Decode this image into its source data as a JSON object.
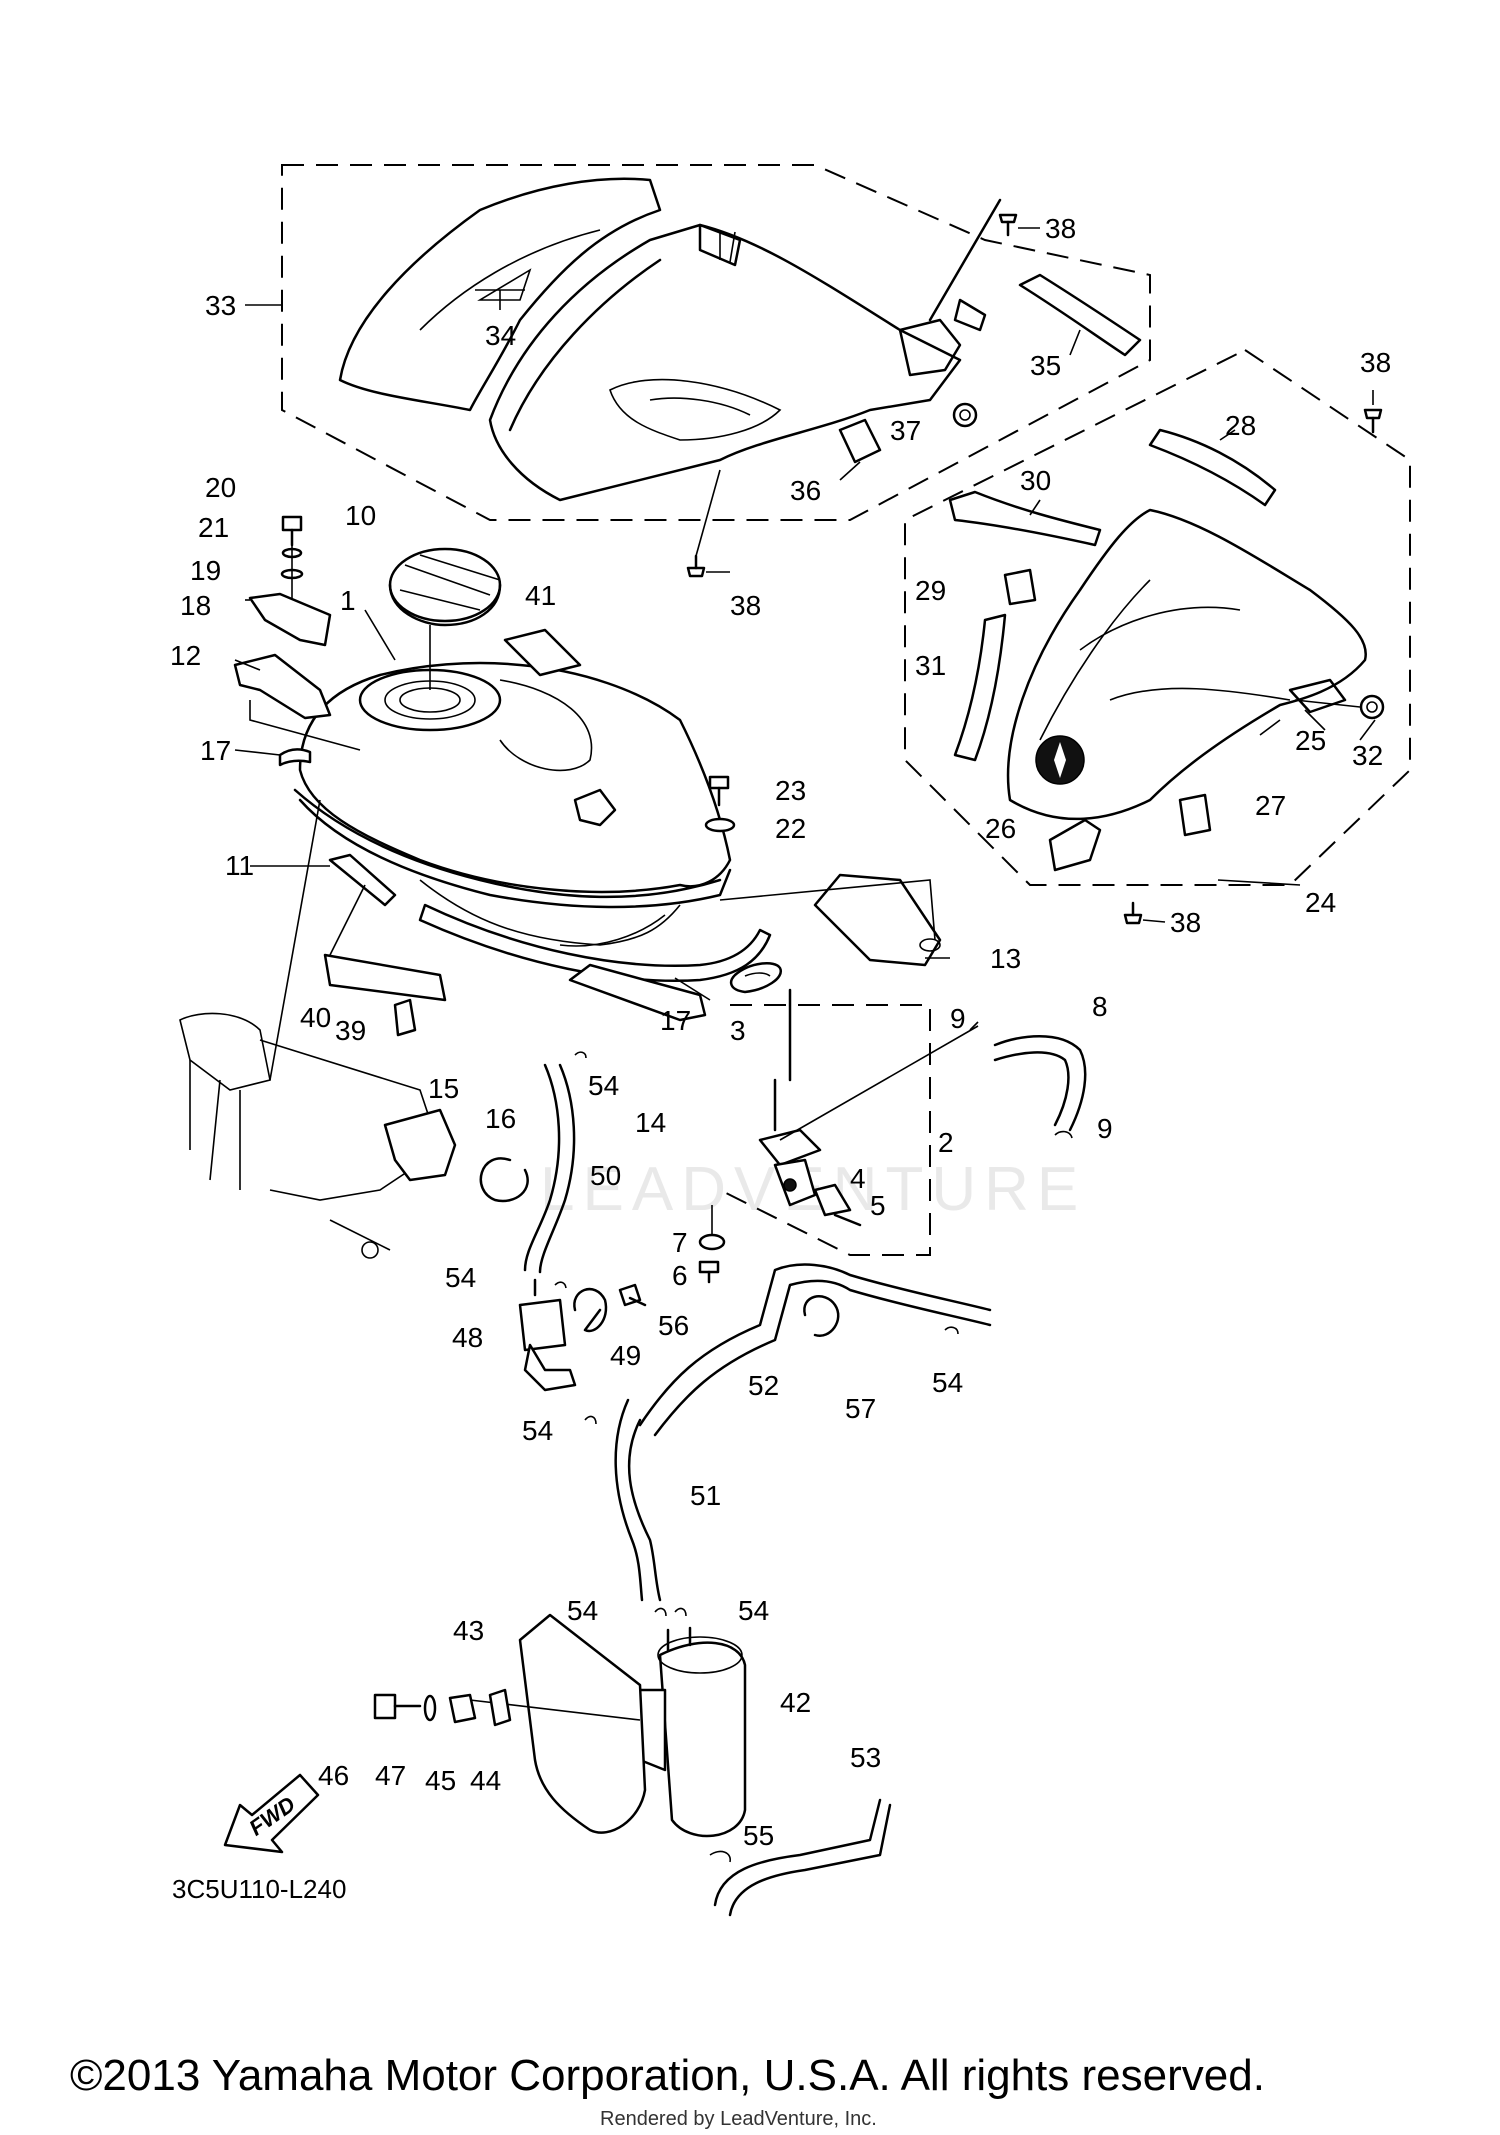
{
  "diagram": {
    "code": "3C5U110-L240",
    "copyright": "©2013 Yamaha Motor Corporation, U.S.A. All rights reserved.",
    "rendered_by": "Rendered by LeadVenture, Inc.",
    "watermark": "LEADVENTURE",
    "fwd_label": "FWD",
    "callouts": [
      {
        "id": "c1",
        "num": "1"
      },
      {
        "id": "c2",
        "num": "2"
      },
      {
        "id": "c3",
        "num": "3"
      },
      {
        "id": "c4",
        "num": "4"
      },
      {
        "id": "c5",
        "num": "5"
      },
      {
        "id": "c6",
        "num": "6"
      },
      {
        "id": "c7",
        "num": "7"
      },
      {
        "id": "c8",
        "num": "8"
      },
      {
        "id": "c9a",
        "num": "9"
      },
      {
        "id": "c9b",
        "num": "9"
      },
      {
        "id": "c10",
        "num": "10"
      },
      {
        "id": "c11",
        "num": "11"
      },
      {
        "id": "c12",
        "num": "12"
      },
      {
        "id": "c13",
        "num": "13"
      },
      {
        "id": "c14",
        "num": "14"
      },
      {
        "id": "c15",
        "num": "15"
      },
      {
        "id": "c16",
        "num": "16"
      },
      {
        "id": "c17a",
        "num": "17"
      },
      {
        "id": "c17b",
        "num": "17"
      },
      {
        "id": "c18",
        "num": "18"
      },
      {
        "id": "c19",
        "num": "19"
      },
      {
        "id": "c20",
        "num": "20"
      },
      {
        "id": "c21",
        "num": "21"
      },
      {
        "id": "c22",
        "num": "22"
      },
      {
        "id": "c23",
        "num": "23"
      },
      {
        "id": "c24",
        "num": "24"
      },
      {
        "id": "c25",
        "num": "25"
      },
      {
        "id": "c26",
        "num": "26"
      },
      {
        "id": "c27",
        "num": "27"
      },
      {
        "id": "c28",
        "num": "28"
      },
      {
        "id": "c29",
        "num": "29"
      },
      {
        "id": "c30",
        "num": "30"
      },
      {
        "id": "c31",
        "num": "31"
      },
      {
        "id": "c32",
        "num": "32"
      },
      {
        "id": "c33",
        "num": "33"
      },
      {
        "id": "c34",
        "num": "34"
      },
      {
        "id": "c35",
        "num": "35"
      },
      {
        "id": "c36",
        "num": "36"
      },
      {
        "id": "c37",
        "num": "37"
      },
      {
        "id": "c38a",
        "num": "38"
      },
      {
        "id": "c38b",
        "num": "38"
      },
      {
        "id": "c38c",
        "num": "38"
      },
      {
        "id": "c38d",
        "num": "38"
      },
      {
        "id": "c39",
        "num": "39"
      },
      {
        "id": "c40",
        "num": "40"
      },
      {
        "id": "c41",
        "num": "41"
      },
      {
        "id": "c42",
        "num": "42"
      },
      {
        "id": "c43",
        "num": "43"
      },
      {
        "id": "c44",
        "num": "44"
      },
      {
        "id": "c45",
        "num": "45"
      },
      {
        "id": "c46",
        "num": "46"
      },
      {
        "id": "c47",
        "num": "47"
      },
      {
        "id": "c48",
        "num": "48"
      },
      {
        "id": "c49",
        "num": "49"
      },
      {
        "id": "c50",
        "num": "50"
      },
      {
        "id": "c51",
        "num": "51"
      },
      {
        "id": "c52",
        "num": "52"
      },
      {
        "id": "c53",
        "num": "53"
      },
      {
        "id": "c54a",
        "num": "54"
      },
      {
        "id": "c54b",
        "num": "54"
      },
      {
        "id": "c54c",
        "num": "54"
      },
      {
        "id": "c54d",
        "num": "54"
      },
      {
        "id": "c54e",
        "num": "54"
      },
      {
        "id": "c54f",
        "num": "54"
      },
      {
        "id": "c55",
        "num": "55"
      },
      {
        "id": "c56",
        "num": "56"
      },
      {
        "id": "c57",
        "num": "57"
      }
    ]
  }
}
